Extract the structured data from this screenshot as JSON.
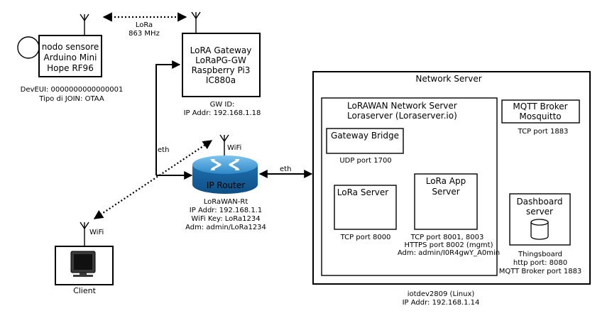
{
  "sensor": {
    "line1": "nodo sensore",
    "line2": "Arduino Mini",
    "line3": "Hope RF96",
    "devEUI": "DevEUI: 0000000000000001",
    "join": "Tipo di JOIN: OTAA"
  },
  "lora_link": {
    "line1": "LoRa",
    "line2": "863 MHz"
  },
  "gateway": {
    "line1": "LoRA Gateway",
    "line2": "LoRaPG-GW",
    "line3": "Raspberry Pi3",
    "line4": "IC880a",
    "id": "GW ID:",
    "ip": "IP Addr: 192.168.1.18"
  },
  "router": {
    "label": "IP Router",
    "wifi": "WiFi",
    "name": "LoRaWAN-Rt",
    "ip": "IP Addr: 192.168.1.1",
    "wifikey": "WiFi Key: LoRa1234",
    "adm": "Adm: admin/LoRa1234"
  },
  "links": {
    "eth_left": "eth",
    "eth_right": "eth",
    "client_wifi": "WiFi"
  },
  "client": {
    "label": "Client"
  },
  "network_server": {
    "title": "Network Server",
    "host": "iotdev2809 (Linux)",
    "ip": "IP Addr: 192.168.1.14",
    "lorawan": {
      "line1": "LoRAWAN Network Server",
      "line2": "Loraserver (Loraserver.io)",
      "gateway_bridge": {
        "label": "Gateway Bridge",
        "port": "UDP port 1700"
      },
      "lora_server": {
        "label": "LoRa Server",
        "port": "TCP port 8000"
      },
      "app_server": {
        "line1": "LoRa App",
        "line2": "Server",
        "port1": "TCP port 8001, 8003",
        "port2": "HTTPS port 8002 (mgmt)",
        "adm": "Adm: admin/I0R4gwY_A0min"
      }
    },
    "mqtt": {
      "line1": "MQTT Broker",
      "line2": "Mosquitto",
      "port": "TCP port 1883"
    },
    "dashboard": {
      "line1": "Dashboard",
      "line2": "server",
      "name": "Thingsboard",
      "http": "http port: 8080",
      "mqtt": "MQTT Broker port 1883"
    }
  }
}
